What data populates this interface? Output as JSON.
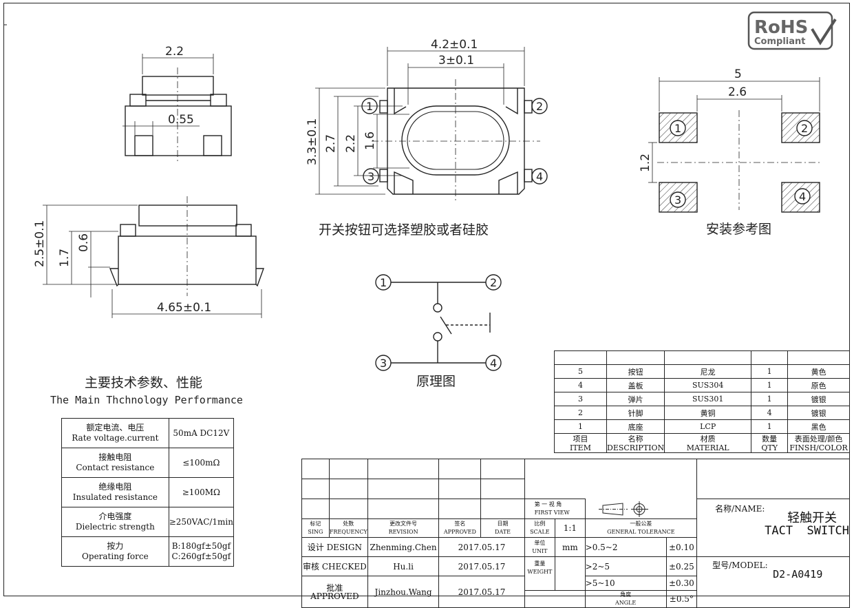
{
  "logo": {
    "line1": "RoHS",
    "line2": "Compliant"
  },
  "side_view": {
    "dim_top": "2.2",
    "dim_gap": "0.55"
  },
  "front_view": {
    "dim_height": "2.5±0.1",
    "dim_17": "1.7",
    "dim_06": "0.6",
    "dim_width": "4.65±0.1"
  },
  "top_view": {
    "dim_w1": "4.2±0.1",
    "dim_w2": "3±0.1",
    "dim_h1": "3.3±0.1",
    "dim_h2": "2.7",
    "dim_h3": "2.2",
    "dim_h4": "1.6",
    "pins": [
      "1",
      "2",
      "3",
      "4"
    ],
    "caption": "开关按钮可选择塑胶或者硅胶"
  },
  "footprint": {
    "dim_w1": "5",
    "dim_w2": "2.6",
    "dim_h": "1.2",
    "pins": [
      "1",
      "2",
      "3",
      "4"
    ],
    "caption": "安装参考图"
  },
  "schematic": {
    "pins": [
      "1",
      "2",
      "3",
      "4"
    ],
    "caption": "原理图"
  },
  "perf": {
    "title_cn": "主要技术参数、性能",
    "title_en": "The Main Thchnology Performance",
    "rows": [
      {
        "cn": "额定电流、电压",
        "en": "Rate voltage.current",
        "value": "50mA DC12V"
      },
      {
        "cn": "接触电阻",
        "en": "Contact resistance",
        "value": "≤100mΩ"
      },
      {
        "cn": "绝缘电阻",
        "en": "Insulated resistance",
        "value": "≥100MΩ"
      },
      {
        "cn": "介电强度",
        "en": "Dielectric strength",
        "value": "≥250VAC/1min"
      },
      {
        "cn": "按力",
        "en": "Operating force",
        "value": "B:180gf±50gf",
        "value2": "C:260gf±50gf"
      }
    ]
  },
  "bom": {
    "rows": [
      {
        "item": "5",
        "desc": "按钮",
        "material": "尼龙",
        "qty": "1",
        "finish": "黄色"
      },
      {
        "item": "4",
        "desc": "盖板",
        "material": "SUS304",
        "qty": "1",
        "finish": "原色"
      },
      {
        "item": "3",
        "desc": "弹片",
        "material": "SUS301",
        "qty": "1",
        "finish": "镀银"
      },
      {
        "item": "2",
        "desc": "针脚",
        "material": "黄铜",
        "qty": "4",
        "finish": "镀银"
      },
      {
        "item": "1",
        "desc": "底座",
        "material": "LCP",
        "qty": "1",
        "finish": "黑色"
      }
    ],
    "header": {
      "item_cn": "项目",
      "item_en": "ITEM",
      "desc_cn": "名称",
      "desc_en": "DESCRIPTION",
      "mat_cn": "材质",
      "mat_en": "MATERIAL",
      "qty_cn": "数量",
      "qty_en": "QTY",
      "fin_cn": "表面处理/颜色",
      "fin_en": "FINSH/COLOR"
    }
  },
  "title_block": {
    "hdr_sign_cn": "标记",
    "hdr_sign_en": "SING",
    "hdr_freq_cn": "处数",
    "hdr_freq_en": "FREQUENCY",
    "hdr_rev_cn": "更改文件号",
    "hdr_rev_en": "REVISION",
    "hdr_appr_cn": "签名",
    "hdr_appr_en": "APPROVED",
    "hdr_date_cn": "日期",
    "hdr_date_en": "DATE",
    "view_cn": "第 一 视 角",
    "view_en": "FIRST VIEW",
    "scale_cn": "比例",
    "scale_en": "SCALE",
    "scale_val": "1:1",
    "tol_cn": "一般公差",
    "tol_en": "GENERAL TOLERANCE",
    "design_label": "设计 DESIGN",
    "design_name": "Zhenming.Chen",
    "design_date": "2017.05.17",
    "checked_label": "审核 CHECKED",
    "checked_name": "Hu.li",
    "checked_date": "2017.05.17",
    "approve_label": "批准 APPROVED",
    "approve_name": "Jinzhou.Wang",
    "approve_date": "2017.05.17",
    "unit_cn": "单位",
    "unit_en": "UNIT",
    "unit_val": "mm",
    "weight_cn": "重量",
    "weight_en": "WEIGHT",
    "tol_rows": [
      {
        "range": ">0.5~2",
        "tol": "±0.10"
      },
      {
        "range": ">2~5",
        "tol": "±0.25"
      },
      {
        "range": ">5~10",
        "tol": "±0.30"
      }
    ],
    "angle_cn": "角度",
    "angle_en": "ANGLE",
    "angle_tol": "±0.5°",
    "name_label": "名称/NAME:",
    "name_cn": "轻触开关",
    "name_en": "TACT  SWITCH",
    "model_label": "型号/MODEL:",
    "model_val": "D2-A0419"
  }
}
